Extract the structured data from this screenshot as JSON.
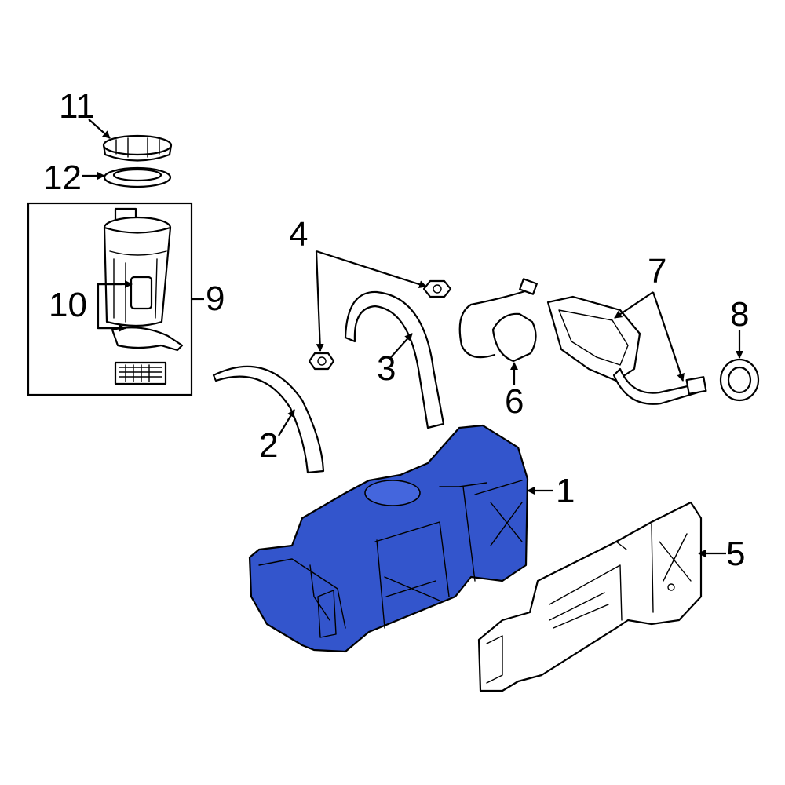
{
  "diagram": {
    "highlight_color": "#3355cc",
    "callouts": [
      {
        "id": "c1",
        "label": "1"
      },
      {
        "id": "c2",
        "label": "2"
      },
      {
        "id": "c3",
        "label": "3"
      },
      {
        "id": "c4",
        "label": "4"
      },
      {
        "id": "c5",
        "label": "5"
      },
      {
        "id": "c6",
        "label": "6"
      },
      {
        "id": "c7",
        "label": "7"
      },
      {
        "id": "c8",
        "label": "8"
      },
      {
        "id": "c9",
        "label": "9"
      },
      {
        "id": "c10",
        "label": "10"
      },
      {
        "id": "c11",
        "label": "11"
      },
      {
        "id": "c12",
        "label": "12"
      }
    ]
  }
}
